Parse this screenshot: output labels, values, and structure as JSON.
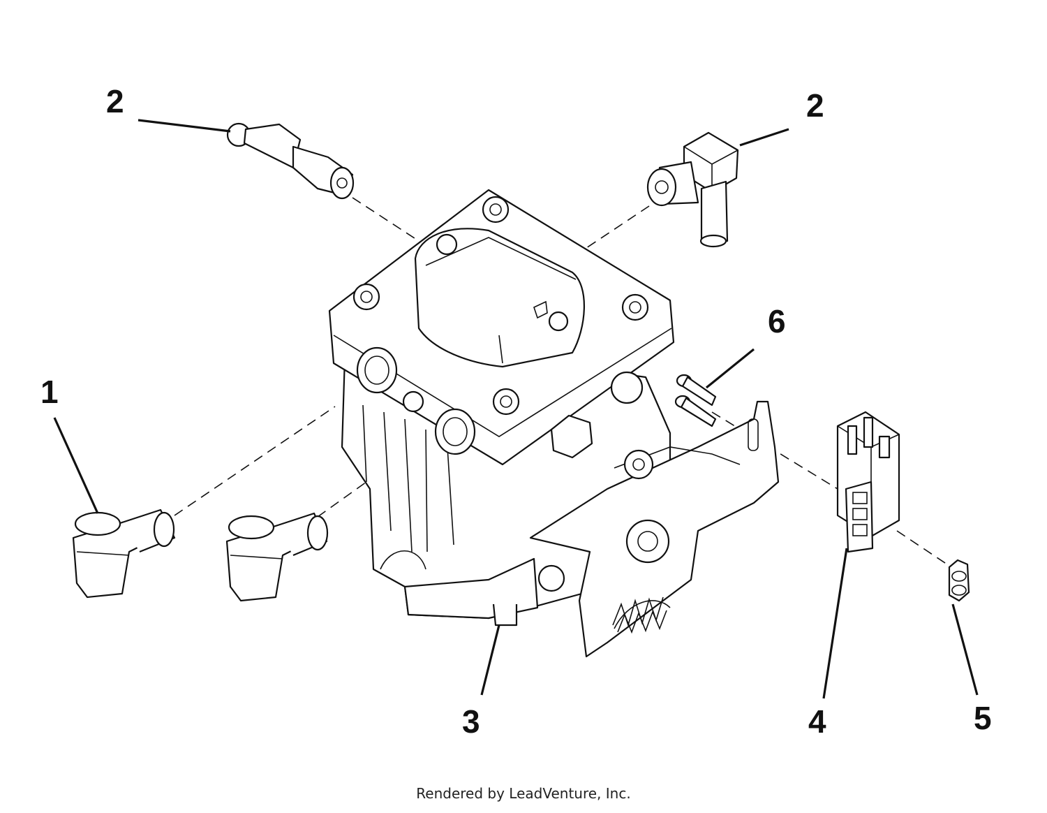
{
  "callouts": [
    {
      "id": "c1",
      "label": "1"
    },
    {
      "id": "c2a",
      "label": "2"
    },
    {
      "id": "c2b",
      "label": "2"
    },
    {
      "id": "c3",
      "label": "3"
    },
    {
      "id": "c4",
      "label": "4"
    },
    {
      "id": "c5",
      "label": "5"
    },
    {
      "id": "c6",
      "label": "6"
    }
  ],
  "footer": "Rendered by LeadVenture, Inc."
}
